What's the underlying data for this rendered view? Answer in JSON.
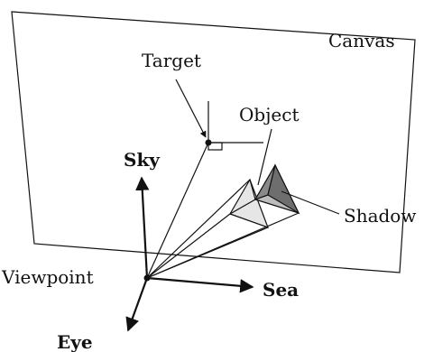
{
  "labels": {
    "canvas": "Canvas",
    "target": "Target",
    "object": "Object",
    "sky": "Sky",
    "shadow": "Shadow",
    "viewpoint": "Viewpoint",
    "sea": "Sea",
    "eye": "Eye"
  },
  "colors": {
    "ink": "#111111",
    "object_fill": "#e6e6e6",
    "shadow_fill": "#8a8a8a",
    "shadow_side": "#bdbdbd"
  }
}
